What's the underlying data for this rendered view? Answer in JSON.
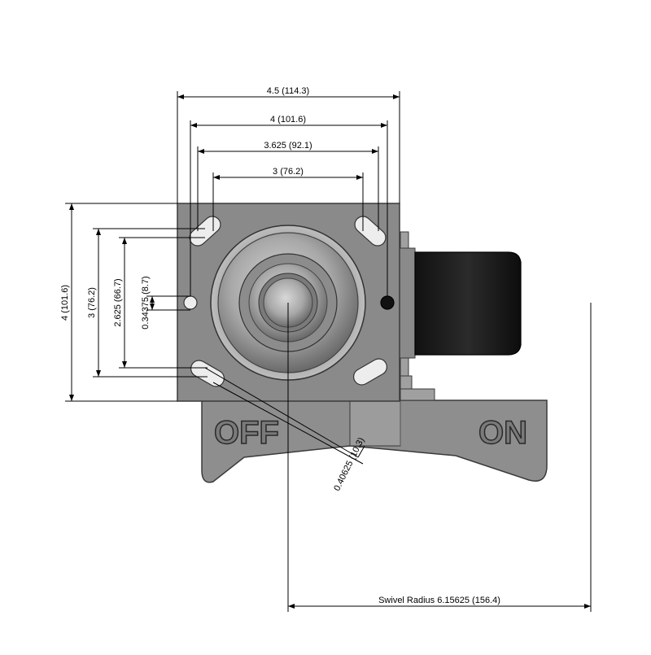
{
  "dimensions": {
    "plate_width_outer": "4.5 (114.3)",
    "plate_width_mid": "4 (101.6)",
    "bolt_width_outer": "3.625 (92.1)",
    "bolt_width_inner": "3 (76.2)",
    "plate_height_outer": "4 (101.6)",
    "bolt_height_outer": "3 (76.2)",
    "bolt_height_inner": "2.625 (66.7)",
    "slot_width": "0.34375 (8.7)",
    "slot_length": "0.40625 (10.3)",
    "swivel_radius": "Swivel Radius 6.15625 (156.4)"
  },
  "labels": {
    "brake_off": "OFF",
    "brake_on": "ON"
  },
  "colors": {
    "plate": "#8a8a8a",
    "plate_stroke": "#3a3a3a",
    "wheel": "#1c1c1c",
    "dimension_line": "#000000"
  }
}
